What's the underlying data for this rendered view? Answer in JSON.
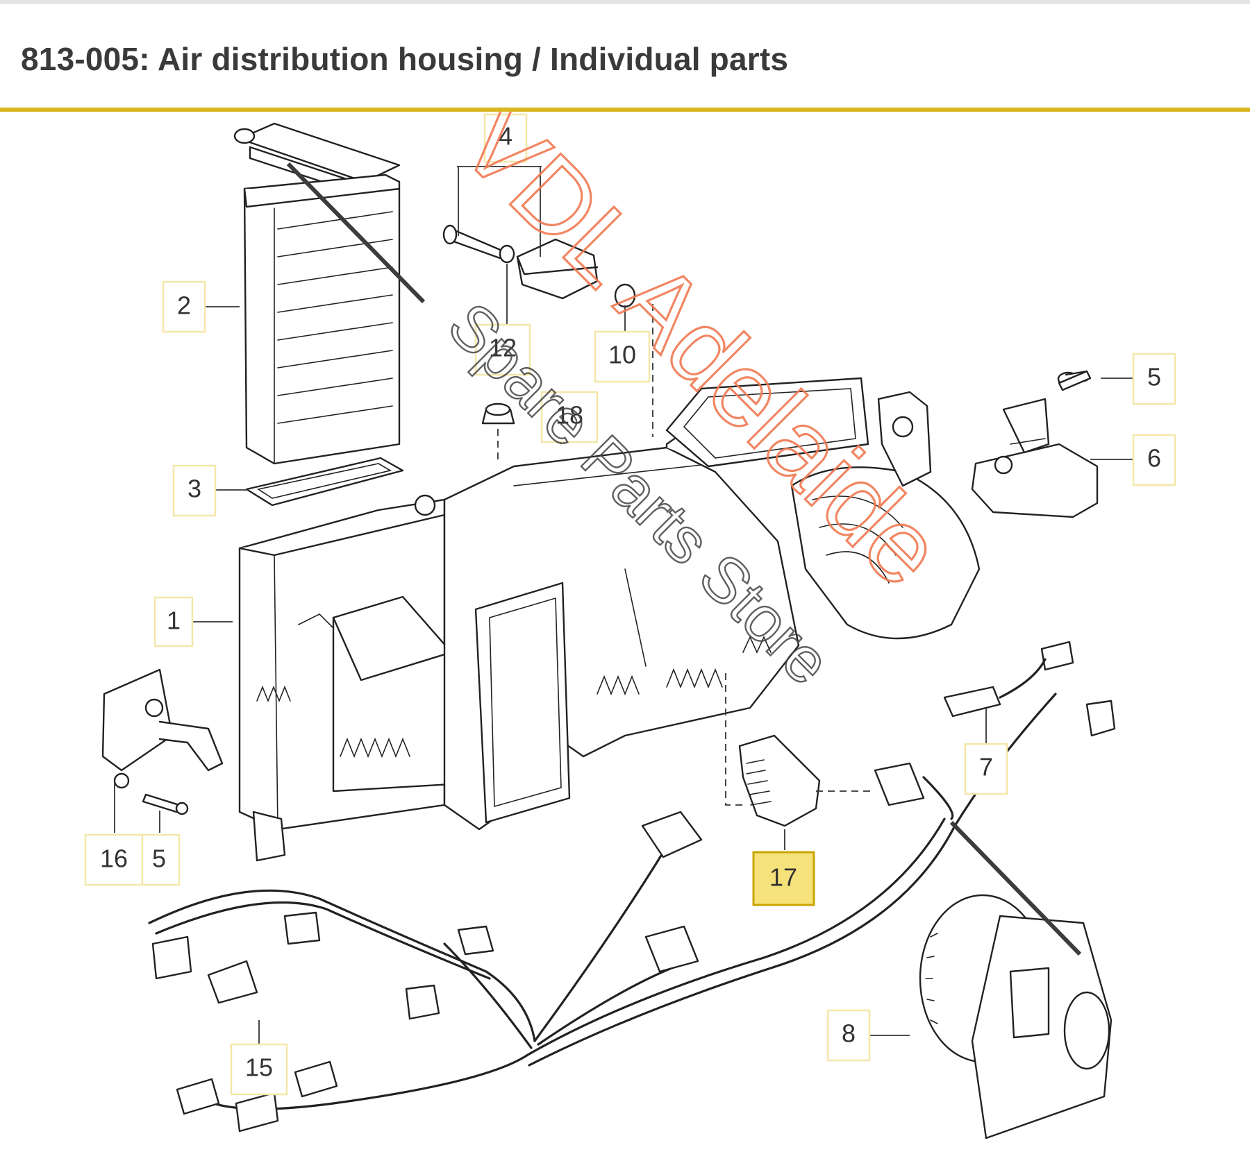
{
  "page": {
    "title": "813-005: Air distribution housing / Individual parts",
    "accent_color": "#d9b51f",
    "highlight_fill": "#f6e27a",
    "highlight_stroke": "#c9a400",
    "callout_border": "#f4e7a8"
  },
  "watermark": {
    "line1": "VDL Adelaide",
    "line2": "Spare Parts Store",
    "line1_color": "#f07a52",
    "line2_color": "#444444"
  },
  "callouts": [
    {
      "id": "1",
      "label": "1",
      "highlighted": false
    },
    {
      "id": "2",
      "label": "2",
      "highlighted": false
    },
    {
      "id": "3",
      "label": "3",
      "highlighted": false
    },
    {
      "id": "4",
      "label": "4",
      "highlighted": false
    },
    {
      "id": "5a",
      "label": "5",
      "highlighted": false
    },
    {
      "id": "5b",
      "label": "5",
      "highlighted": false
    },
    {
      "id": "6",
      "label": "6",
      "highlighted": false
    },
    {
      "id": "7",
      "label": "7",
      "highlighted": false
    },
    {
      "id": "8",
      "label": "8",
      "highlighted": false
    },
    {
      "id": "10",
      "label": "10",
      "highlighted": false
    },
    {
      "id": "12",
      "label": "12",
      "highlighted": false
    },
    {
      "id": "15",
      "label": "15",
      "highlighted": false
    },
    {
      "id": "16",
      "label": "16",
      "highlighted": false
    },
    {
      "id": "17",
      "label": "17",
      "highlighted": true
    },
    {
      "id": "18",
      "label": "18",
      "highlighted": false
    }
  ]
}
